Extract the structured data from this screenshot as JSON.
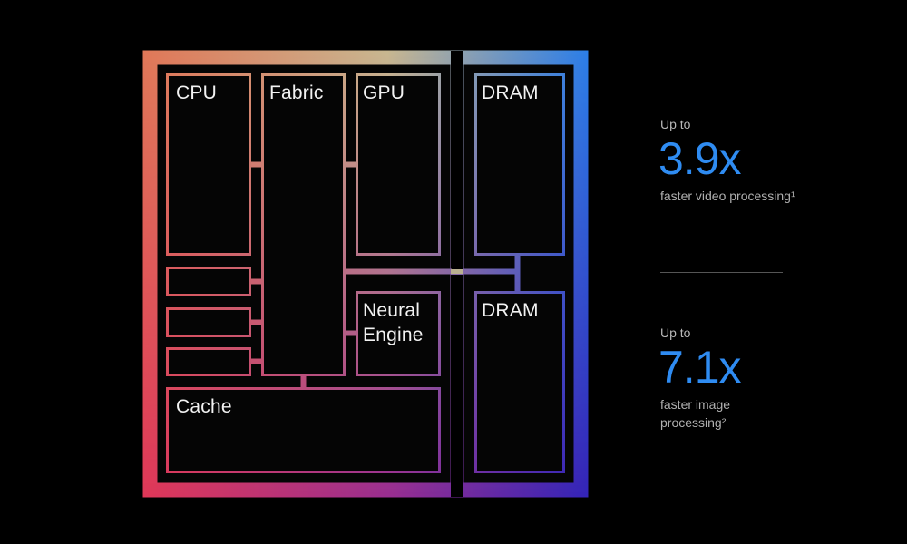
{
  "diagram": {
    "blocks": {
      "cpu": "CPU",
      "fabric": "Fabric",
      "gpu": "GPU",
      "dram_top": "DRAM",
      "dram_bottom": "DRAM",
      "neural_engine": "Neural\nEngine",
      "cache": "Cache"
    },
    "colors": {
      "gradient_top_left": "#e07858",
      "gradient_top_mid": "#c8b890",
      "gradient_top_right": "#2c7fe8",
      "gradient_bottom_left": "#e03858",
      "gradient_bottom_mid": "#9a2e90",
      "gradient_bottom_right": "#3424b8",
      "block_fill": "#050505"
    }
  },
  "stats": [
    {
      "prefix": "Up to",
      "value": "3.9x",
      "caption": "faster video processing¹"
    },
    {
      "prefix": "Up to",
      "value": "7.1x",
      "caption": "faster image processing²"
    }
  ],
  "colors": {
    "background": "#000000",
    "accent": "#2f8cf2"
  }
}
